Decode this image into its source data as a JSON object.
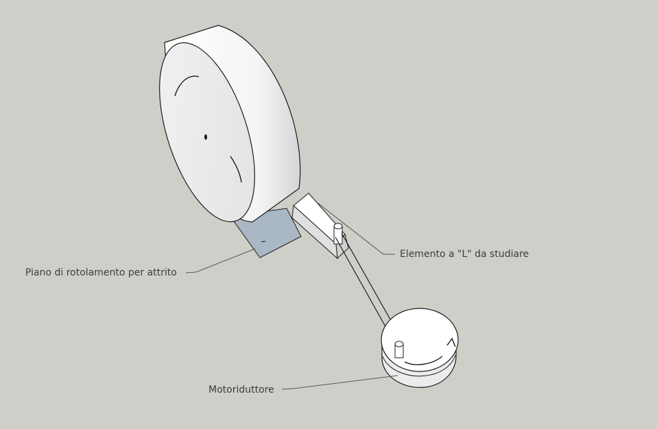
{
  "labels": {
    "plane": "Piano di rotolamento per attrito",
    "l_element": "Elemento a \"L\" da studiare",
    "motor": "Motoriduttore"
  },
  "colors": {
    "background": "#cfcfc9",
    "solid": "#ffffff",
    "shade": "#e4e4e4",
    "plane": "#a9b8c4",
    "edge": "#1a1a1a",
    "leader": "#555555"
  }
}
